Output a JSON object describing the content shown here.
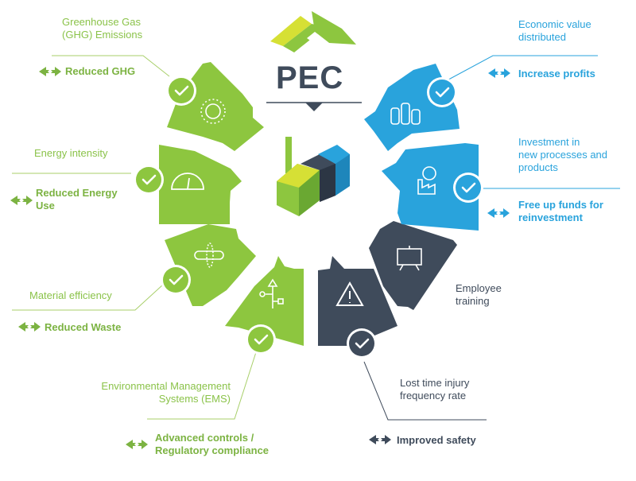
{
  "logo": {
    "text": "PEC"
  },
  "colors": {
    "green": "#8dc63f",
    "blue": "#29a3dc",
    "dark": "#3f4b5b",
    "lime": "#d6e035"
  },
  "segments": [
    {
      "id": "ghg",
      "label": "Greenhouse Gas\n(GHG) Emissions",
      "outcome": "Reduced GHG",
      "icon": "sun-icon"
    },
    {
      "id": "energy",
      "label": "Energy intensity",
      "outcome": "Reduced Energy\nUse",
      "icon": "gauge-icon"
    },
    {
      "id": "material",
      "label": "Material  efficiency",
      "outcome": "Reduced Waste",
      "icon": "recycle-pipe-icon"
    },
    {
      "id": "ems",
      "label": "Environmental Management\nSystems (EMS)",
      "outcome": "Advanced controls /\nRegulatory compliance",
      "icon": "flowchart-icon"
    },
    {
      "id": "ltifr",
      "label": "Lost time injury\nfrequency rate",
      "outcome": "Improved safety",
      "icon": "warning-icon"
    },
    {
      "id": "training",
      "label": "Employee\ntraining",
      "outcome": "",
      "icon": "presentation-board-icon"
    },
    {
      "id": "investment",
      "label": "Investment in\nnew processes and\nproducts",
      "outcome": "Free up funds for\nreinvestment",
      "icon": "factory-dollar-icon"
    },
    {
      "id": "economic",
      "label": "Economic value\ndistributed",
      "outcome": "Increase profits",
      "icon": "coins-icon"
    }
  ]
}
